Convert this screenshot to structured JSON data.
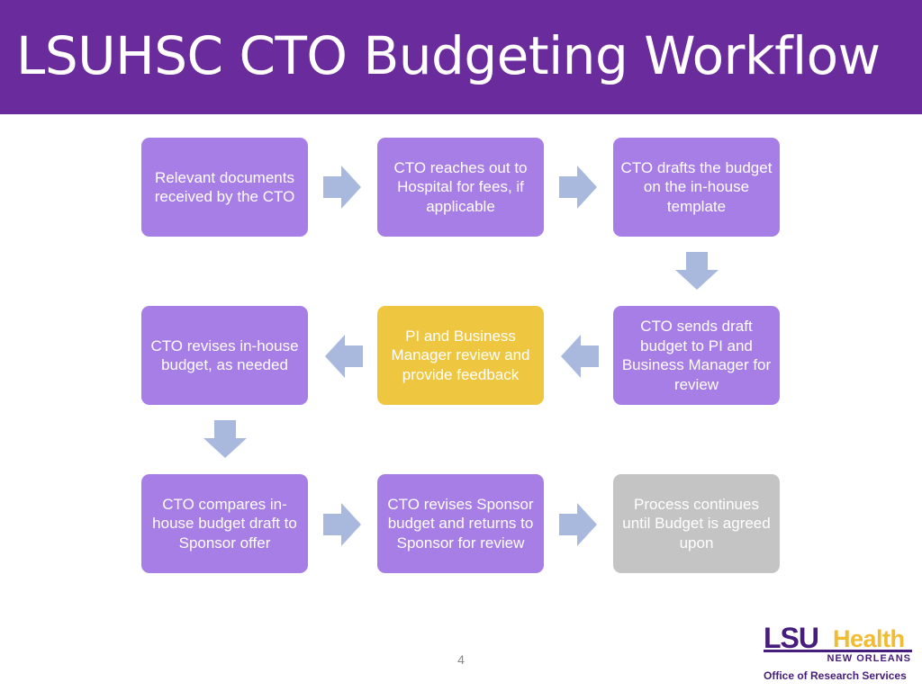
{
  "title": "LSUHSC CTO Budgeting Workflow",
  "steps": [
    {
      "label": "Relevant documents received by the CTO",
      "color": "#a77de6"
    },
    {
      "label": "CTO reaches out to Hospital for fees, if applicable",
      "color": "#a77de6"
    },
    {
      "label": "CTO drafts the budget on the in-house template",
      "color": "#a77de6"
    },
    {
      "label": "CTO sends draft budget to PI and Business Manager for review",
      "color": "#a77de6"
    },
    {
      "label": "PI and Business Manager review and provide feedback",
      "color": "#efc640"
    },
    {
      "label": "CTO revises in-house budget, as needed",
      "color": "#a77de6"
    },
    {
      "label": "CTO compares in-house budget draft to Sponsor offer",
      "color": "#a77de6"
    },
    {
      "label": "CTO revises Sponsor budget and returns to Sponsor for review",
      "color": "#a77de6"
    },
    {
      "label": "Process continues until Budget is agreed upon",
      "color": "#c4c4c4"
    }
  ],
  "connections": [
    {
      "from": 1,
      "to": 2,
      "direction": "right"
    },
    {
      "from": 2,
      "to": 3,
      "direction": "right"
    },
    {
      "from": 3,
      "to": 4,
      "direction": "down"
    },
    {
      "from": 4,
      "to": 5,
      "direction": "left"
    },
    {
      "from": 5,
      "to": 6,
      "direction": "left"
    },
    {
      "from": 6,
      "to": 7,
      "direction": "down"
    },
    {
      "from": 7,
      "to": 8,
      "direction": "right"
    },
    {
      "from": 8,
      "to": 9,
      "direction": "right"
    }
  ],
  "arrow_color": "#a9b9de",
  "page_number": "4",
  "logo": {
    "lsu": "LSU",
    "health": "Health",
    "location": "NEW ORLEANS",
    "office": "Office of Research Services"
  }
}
